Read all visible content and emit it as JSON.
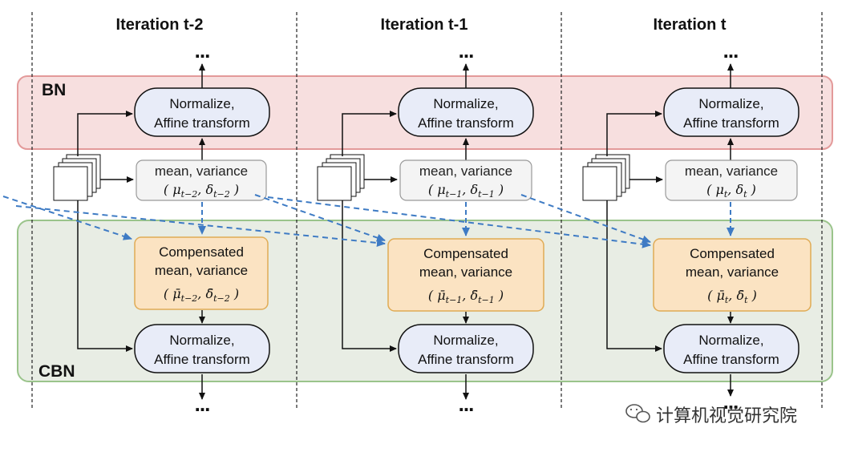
{
  "columns": [
    {
      "header": "Iteration t-2",
      "stats_label": "mean, variance",
      "stats_vars": "( μ_{t−2} , δ_{t−2} )",
      "comp_line1": "Compensated",
      "comp_line2": "mean, variance",
      "comp_vars": "( μ̄_{t−2} , δ̄_{t−2} )"
    },
    {
      "header": "Iteration t-1",
      "stats_label": "mean, variance",
      "stats_vars": "( μ_{t−1} , δ_{t−1} )",
      "comp_line1": "Compensated",
      "comp_line2": "mean, variance",
      "comp_vars": "( μ̄_{t−1} , δ̄_{t−1} )"
    },
    {
      "header": "Iteration t",
      "stats_label": "mean, variance",
      "stats_vars": "( μ_t , δ_t )",
      "comp_line1": "Compensated",
      "comp_line2": "mean, variance",
      "comp_vars": "( μ̄_t , δ̄_t )"
    }
  ],
  "normalize_line1": "Normalize,",
  "normalize_line2": "Affine transform",
  "ellipsis": "...",
  "bn_label": "BN",
  "cbn_label": "CBN",
  "watermark": "计算机视觉研究院",
  "colors": {
    "bn_fill": "#f7dfdf",
    "bn_stroke": "#e39a9a",
    "cbn_fill": "#e8ede4",
    "cbn_stroke": "#9ac48b",
    "norm_fill": "#e8ecf8",
    "stats_fill": "#f4f4f4",
    "comp_fill": "#fbe3c2",
    "comp_stroke": "#e0ab55",
    "dashed_arrow": "#3e7bc4"
  }
}
